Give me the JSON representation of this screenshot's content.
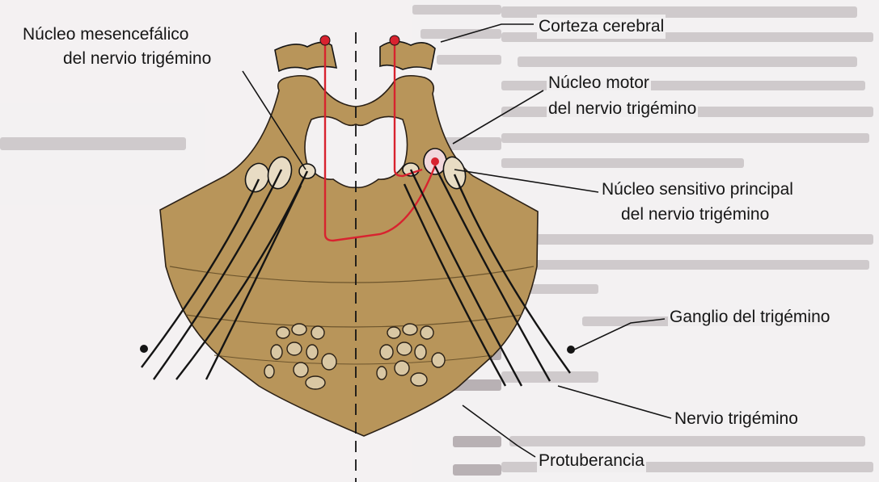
{
  "labels": {
    "mesencephalic_line1": "Núcleo mesencefálico",
    "mesencephalic_line2": "del nervio trigémino",
    "cortex": "Corteza cerebral",
    "motor_line1": "Núcleo motor",
    "motor_line2": "del nervio trigémino",
    "sensory_line1": "Núcleo sensitivo principal",
    "sensory_line2": "del nervio trigémino",
    "ganglion": "Ganglio del trigémino",
    "nerve": "Nervio trigémino",
    "pons": "Protuberancia"
  },
  "colors": {
    "brainstem": "#b8955a",
    "brainstem_dark": "#9b7b44",
    "pathway": "#d8232f",
    "nucleus_fill": "#e8dcc4",
    "line": "#141414",
    "background": "#f3f1f2"
  }
}
